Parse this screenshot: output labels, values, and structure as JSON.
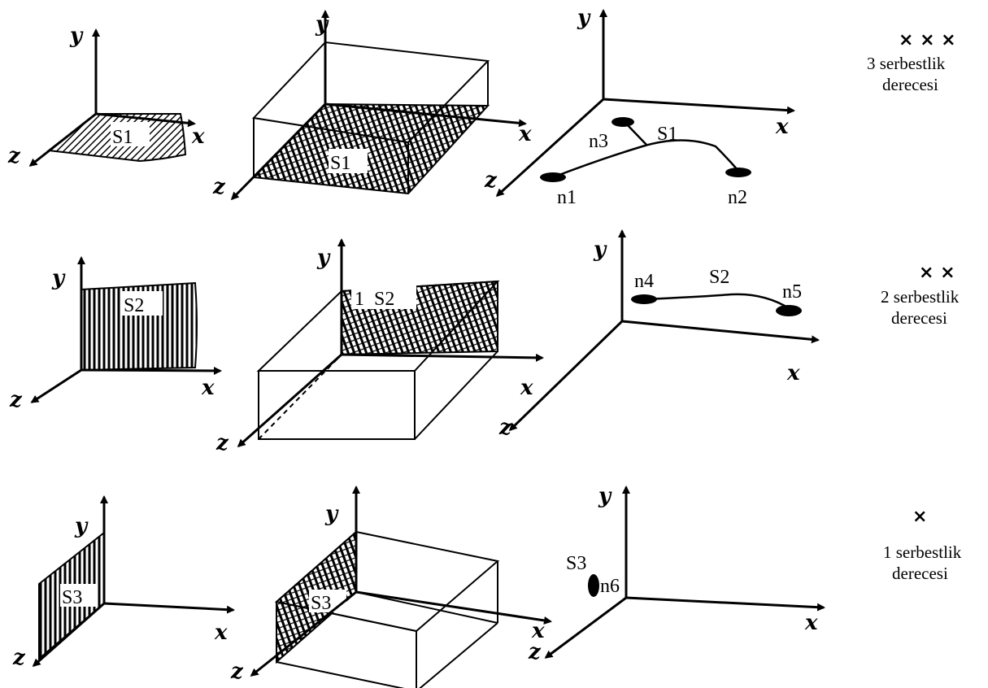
{
  "axes": {
    "x": "x",
    "y": "y",
    "z": "z"
  },
  "rows": [
    {
      "surface": "S1",
      "nodes": [
        "n1",
        "n2",
        "n3"
      ],
      "crosses": "× × ×",
      "caption_line1": "3 serbestlik",
      "caption_line2": "derecesi"
    },
    {
      "surface": "S2",
      "nodes": [
        "n4",
        "n5"
      ],
      "crosses": "× ×",
      "caption_line1": "2 serbestlik",
      "caption_line2": "derecesi"
    },
    {
      "surface": "S3",
      "nodes": [
        "n6"
      ],
      "crosses": "×",
      "caption_line1": "1 serbestlik",
      "caption_line2": "derecesi"
    }
  ],
  "box_s2_prefix": "1"
}
